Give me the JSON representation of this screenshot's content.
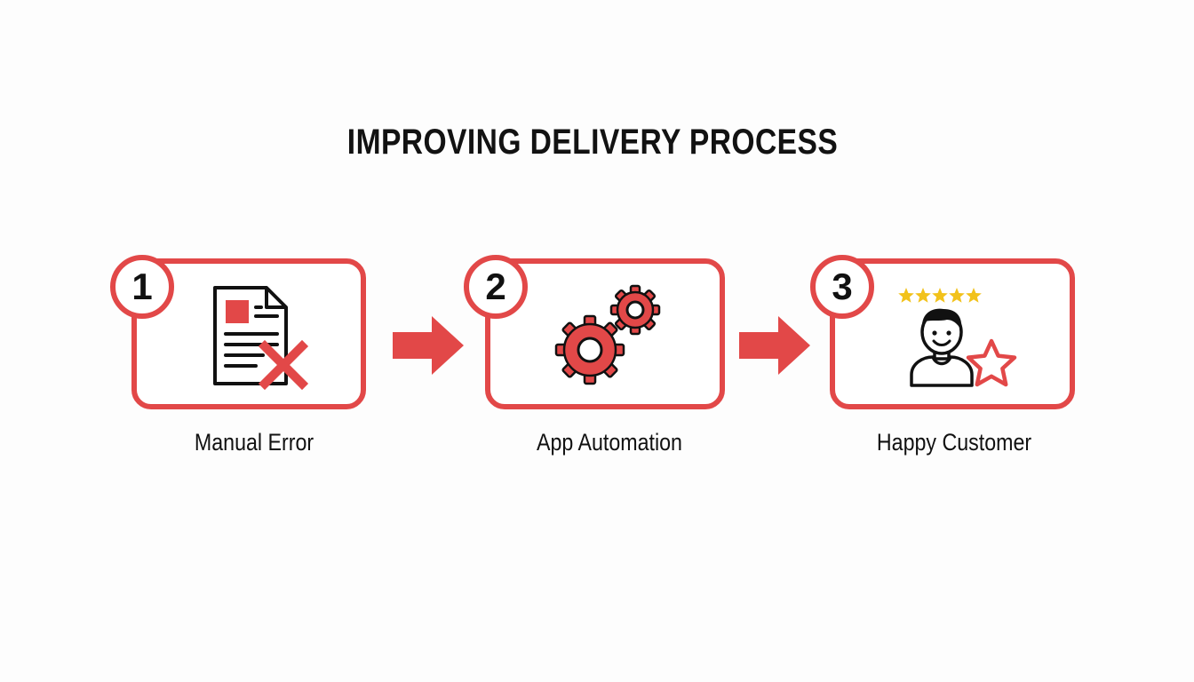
{
  "title": "IMPROVING DELIVERY PROCESS",
  "accent_color": "#e24848",
  "star_color": "#f2c21b",
  "steps": [
    {
      "number": "1",
      "label": "Manual Error",
      "icon": "document-error-icon"
    },
    {
      "number": "2",
      "label": "App Automation",
      "icon": "gears-icon"
    },
    {
      "number": "3",
      "label": "Happy Customer",
      "icon": "happy-customer-icon"
    }
  ]
}
